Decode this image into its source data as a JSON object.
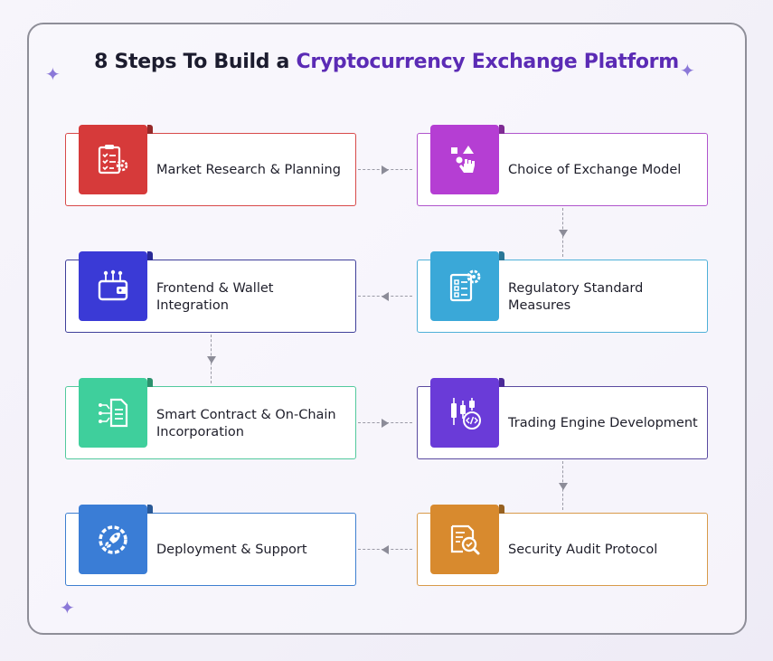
{
  "title": {
    "prefix": "8 Steps To Build a ",
    "accent": "Cryptocurrency Exchange Platform"
  },
  "colors": {
    "accent": "#5b2bb5"
  },
  "steps": [
    {
      "label": "Market Research & Planning",
      "icon": "clipboard-gear-icon",
      "color": "#d63a3a",
      "border": "#d84a4a"
    },
    {
      "label": "Choice of Exchange Model",
      "icon": "hand-pointer-shapes-icon",
      "color": "#b53ed3",
      "border": "#b054cc"
    },
    {
      "label": "Frontend & Wallet Integration",
      "icon": "wallet-icon",
      "color": "#3a3ad6",
      "border": "#3f3f9a"
    },
    {
      "label": "Regulatory Standard Measures",
      "icon": "checklist-gear-icon",
      "color": "#3aa8d8",
      "border": "#4fb0d8"
    },
    {
      "label": "Smart Contract & On-Chain Incorporation",
      "icon": "circuit-document-icon",
      "color": "#3fcf9c",
      "border": "#52c99d"
    },
    {
      "label": "Trading Engine Development",
      "icon": "candlestick-code-icon",
      "color": "#6a3bd8",
      "border": "#5a4aa0"
    },
    {
      "label": "Deployment & Support",
      "icon": "rocket-gear-icon",
      "color": "#3a7dd6",
      "border": "#3e7fd0"
    },
    {
      "label": "Security Audit Protocol",
      "icon": "document-search-icon",
      "color": "#d88a2e",
      "border": "#d89a4a"
    }
  ]
}
